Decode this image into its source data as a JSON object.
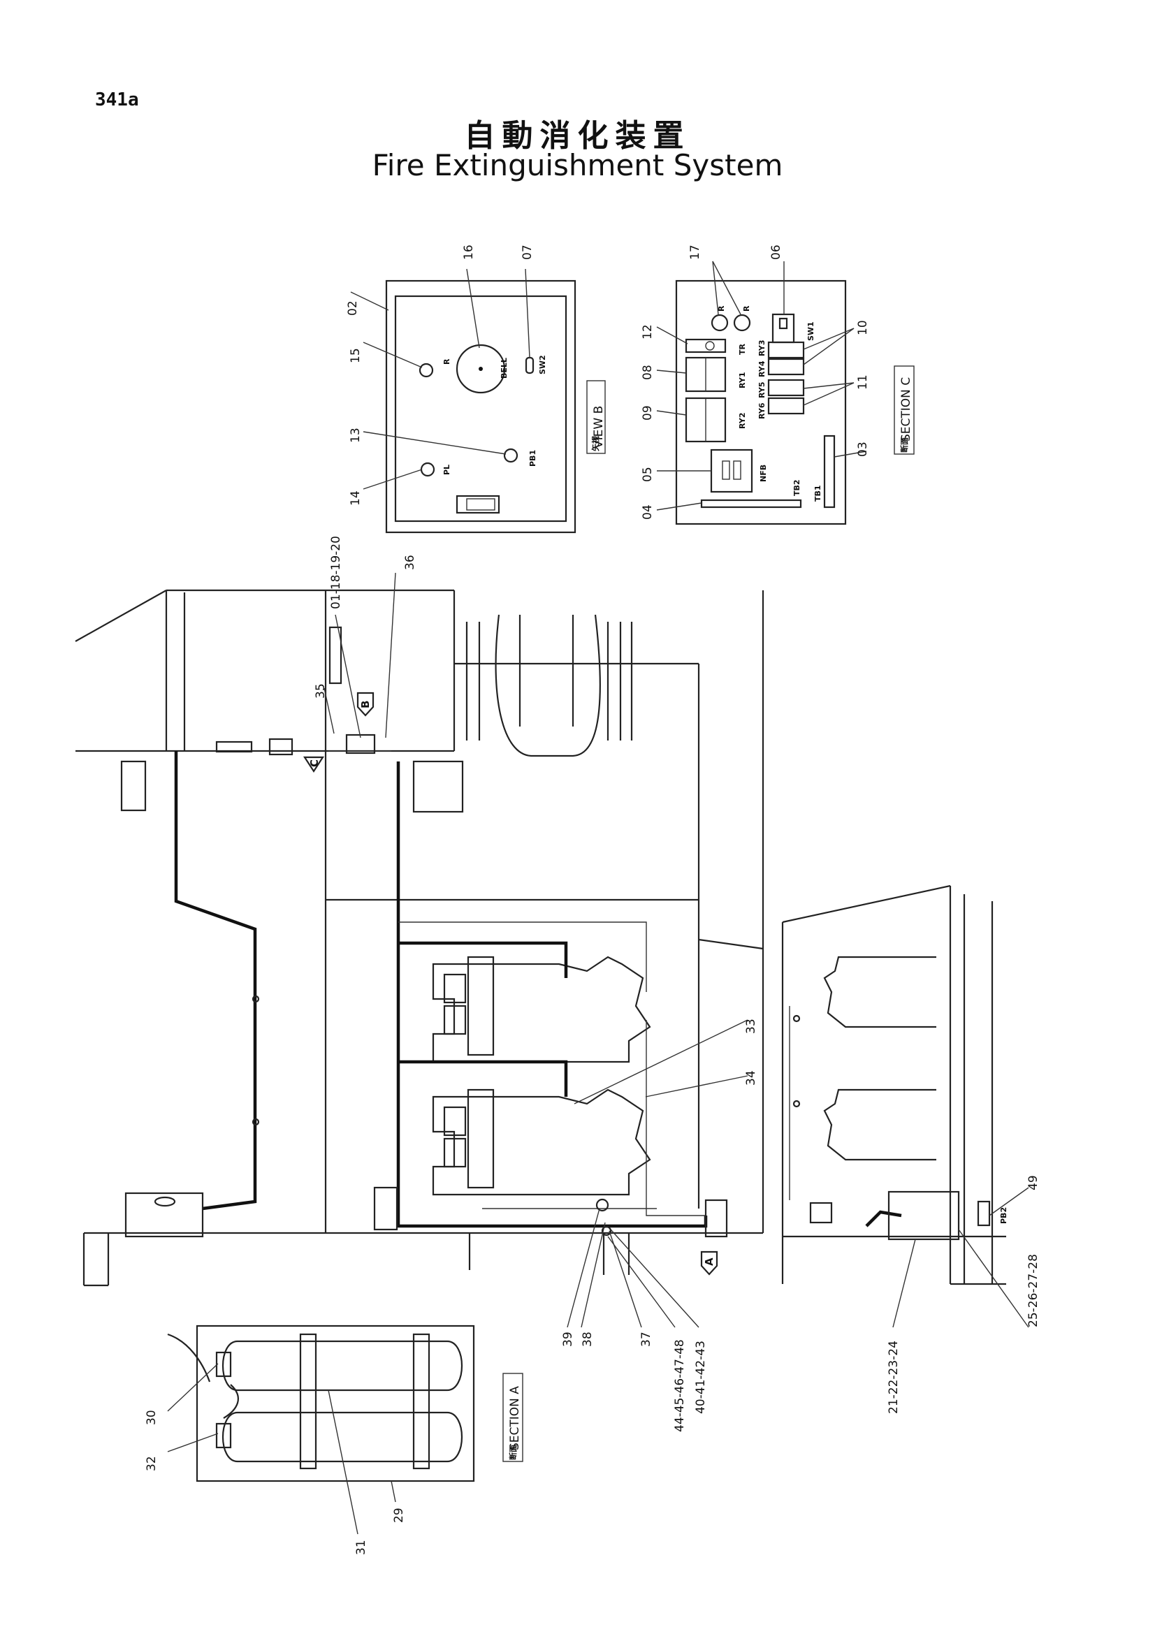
{
  "header": {
    "page_number": "341a",
    "title_jp": "自動消化装置",
    "title_en": "Fire Extinguishment System"
  },
  "view_b": {
    "caption_jp": "矢視",
    "caption": "VIEW  B",
    "callouts": [
      "02",
      "16",
      "07",
      "15",
      "13",
      "14",
      "01-18-19-20",
      "36"
    ],
    "labels": [
      "R",
      "BELL",
      "SW2",
      "PB1",
      "PL"
    ]
  },
  "section_c": {
    "caption_jp": "断面",
    "caption": "SECTION  C",
    "callouts": [
      "17",
      "06",
      "12",
      "08",
      "09",
      "05",
      "04",
      "10",
      "11",
      "03"
    ],
    "labels": [
      "R",
      "R",
      "TR",
      "RY1",
      "RY2",
      "RY3",
      "RY4",
      "RY5",
      "RY6",
      "SW1",
      "NFB",
      "TB2",
      "TB1"
    ]
  },
  "section_a": {
    "caption_jp": "断面",
    "caption": "SECTION  A",
    "callouts": [
      "30",
      "32",
      "31",
      "29"
    ]
  },
  "main_view": {
    "markers": [
      "B",
      "C",
      "A"
    ],
    "callouts": [
      "35",
      "33",
      "34",
      "39",
      "38",
      "37",
      "44-45-46-47-48",
      "40-41-42-43",
      "21-22-23-24",
      "25-26-27-28",
      "49"
    ],
    "labels": [
      "PB2"
    ]
  }
}
